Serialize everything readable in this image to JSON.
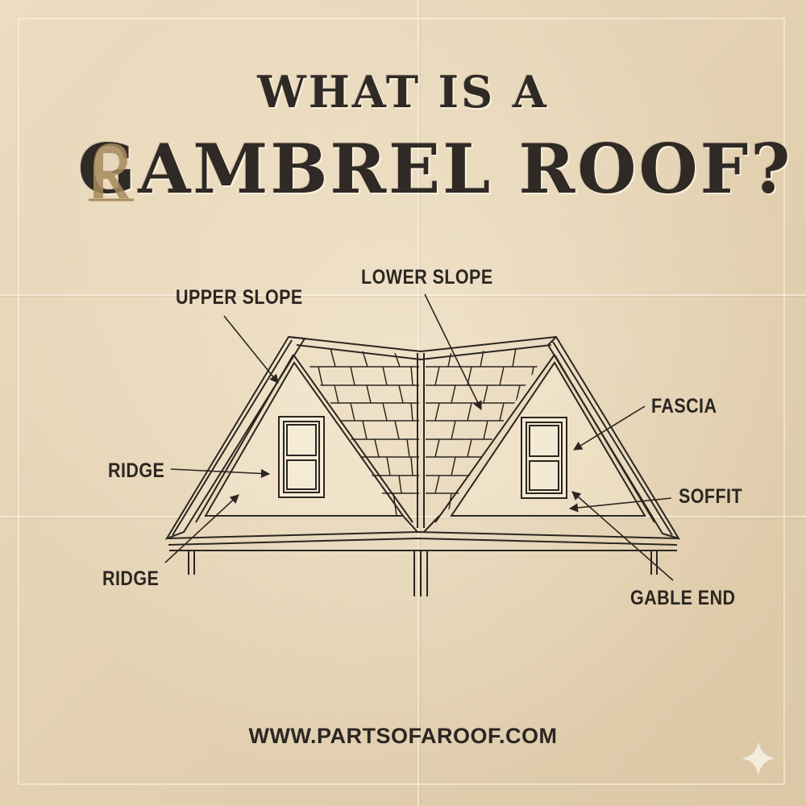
{
  "title": {
    "line1": "WHAT IS A",
    "line2": "GAMBREL ROOF?"
  },
  "labels": {
    "upper_slope": "UPPER SLOPE",
    "lower_slope": "LOWER SLOPE",
    "fascia": "FASCIA",
    "ridge_top": "RIDGE",
    "soffit": "SOFFIT",
    "ridge_bottom": "RIDGE",
    "gable_end": "GABLE END"
  },
  "footer": {
    "website": "WWW.PARTSOFAROOF.COM"
  },
  "icons": {
    "logo": "house-logo-icon",
    "corner": "sparkle-icon"
  },
  "colors": {
    "paper": "#e6d6bb",
    "ink": "#2f2a25",
    "logo_tan": "#a68a5c"
  }
}
